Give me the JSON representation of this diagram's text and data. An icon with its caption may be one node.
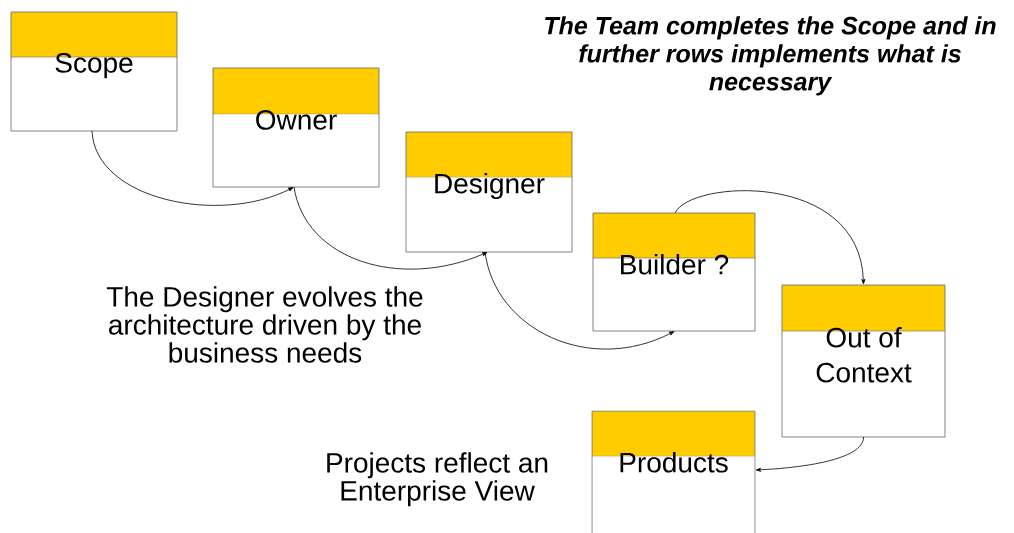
{
  "diagram": {
    "nodes": [
      {
        "text": [
          "Scope"
        ]
      },
      {
        "text": [
          "Owner"
        ]
      },
      {
        "text": [
          "Designer"
        ]
      },
      {
        "text": [
          "Builder ?"
        ]
      },
      {
        "text": [
          "Out of Context"
        ]
      },
      {
        "text": [
          "Products"
        ]
      }
    ],
    "edges": [
      {
        "from": 0,
        "to": 1,
        "arrow": "to"
      },
      {
        "from": 1,
        "to": 2,
        "arrow": "to"
      },
      {
        "from": 2,
        "to": 3,
        "arrow": "to"
      },
      {
        "from": 3,
        "to": 4,
        "arrow": "to"
      },
      {
        "from": 4,
        "to": 5,
        "arrow": "to"
      }
    ],
    "labels": [
      "The Team completes the Scope and in further rows implements what is necessary",
      "The Designer evolves the architecture driven by the business needs",
      "Projects reflect an Enterprise View"
    ]
  }
}
